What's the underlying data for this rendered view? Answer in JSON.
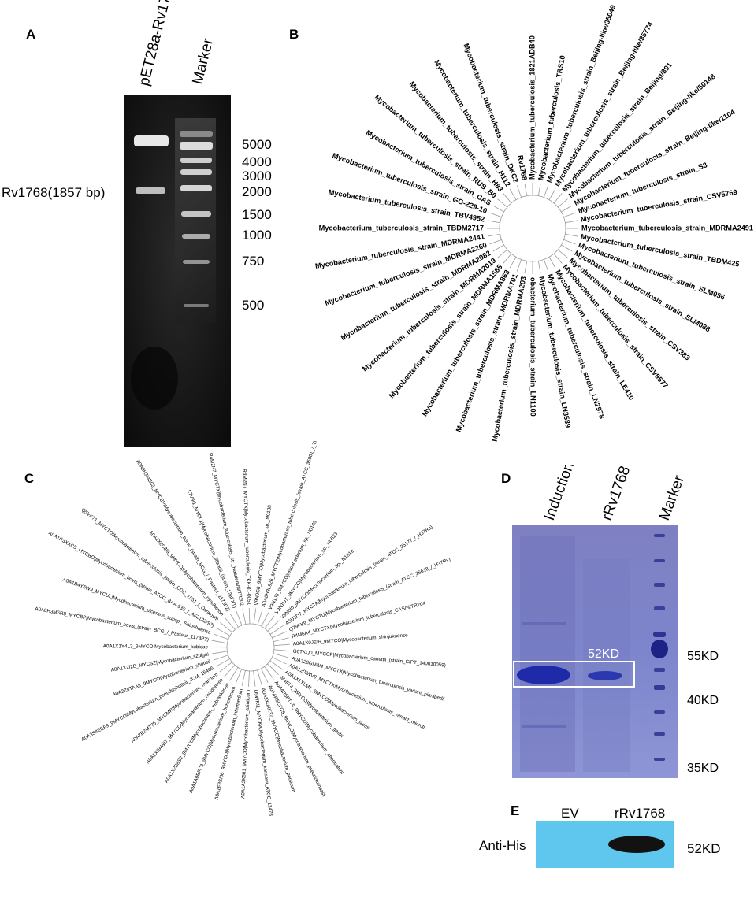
{
  "panel_letters": {
    "a": "A",
    "b": "B",
    "c": "C",
    "d": "D",
    "e": "E"
  },
  "panel_a": {
    "lane_labels": [
      "pET28a-Rv1768",
      "Marker"
    ],
    "marker_sizes": [
      "5000",
      "4000",
      "3000",
      "2000",
      "1500",
      "1000",
      "750",
      "500"
    ],
    "band_label": "Rv1768(1857 bp)"
  },
  "panel_b": {
    "leaves": [
      "Mycobacterium_tuberculosis_1821ADB40",
      "Mycobacterium_tuberculosis_TRS10",
      "Mycobacterium_tuberculosis_strain_Beijing-like/35049",
      "Mycobacterium_tuberculosis_strain_Beijing-like/35774",
      "Mycobacterium_tuberculosis_strain_Beijing/391",
      "Mycobacterium_tuberculosis_strain_Beijing-like/50148",
      "Mycobacterium_tuberculosis_strain_Beijing-like/1104",
      "Mycobacterium_tuberculosis_strain_S3",
      "Mycobacterium_tuberculosis_strain_CSV5769",
      "Mycobacterium_tuberculosis_strain_MDRMA2491",
      "Mycobacterium_tuberculosis_strain_TBDM425",
      "Mycobacterium_tuberculosis_strain_SLM056",
      "Mycobacterium_tuberculosis_strain_SLM088",
      "Mycobacterium_tuberculosis_strain_CSV383",
      "Mycobacterium_tuberculosis_strain_CSV9577",
      "Mycobacterium_tuberculosis_strain_LE410",
      "Mycobacterium_tuberculosis_strain_LN2978",
      "Mycobacterium_tuberculosis_strain_LN3589",
      "obacterium_tuberculosis_strain_LN1100",
      "Mycobacterium_tuberculosis_strain_MDRMA203",
      "Mycobacterium_tuberculosis_strain_MDRMA701",
      "Mycobacterium_tuberculosis_strain_MDRMA863",
      "Mycobacterium_tuberculosis_strain_MDRMA1565",
      "Mycobacterium_tuberculosis_strain_MDRMA2019",
      "Mycobacterium_tuberculosis_strain_MDRMA2082",
      "Mycobacterium_tuberculosis_strain_MDRMA2260",
      "Mycobacterium_tuberculosis_strain_MDRMA2441",
      "Mycobacterium_tuberculosis_strain_TBDM2717",
      "Mycobacterium_tuberculosis_strain_TBV4952",
      "Mycobacterium_tuberculosis_strain_GG-229-10",
      "Mycobacterium_tuberculosis_strain_CAS",
      "Mycobacterium_tuberculosis_strain_RUS_B0",
      "Mycobacterium_tuberculosis_strain_H83",
      "Mycobacterium_tuberculosis_strain_H112",
      "Mycobacterium_tuberculosis_strain_DKC2",
      "Rv1768"
    ]
  },
  "panel_c": {
    "leaves": [
      "R4M2N7_MYCTX|Mycobacterium_tuberculosis_TKK-01-0051",
      "V9N0G8_9MYCO|Mycobacterium_sp._N0138",
      "A0A0H3L926_MYCTE|Mycobacterium_tuberculosis_(strain_ATCC_35801_/_TMC_107_/_Erdman)",
      "V9N1J6_9MYCO|Mycobacterium_sp._N0146",
      "V9N1U7_9MYCO|Mycobacterium_sp._N0523",
      "V9N0I6_9MYCO|Mycobacterium_sp._N1619",
      "A5U3D7_MYCTA|Mycobacterium_tuberculosis_(strain_ATCC_25177_/_H37Ra)",
      "Q79FK9_MYCTU|Mycobacterium_tuberculosis_(strain_ATCC_25618_/_H37Rv)",
      "R4M6A4_MYCTX|Mycobacterium_tuberculosis_CAS/NITR204",
      "A0A1X0JEI6_9MYCO|Mycobacterium_shinjukuense",
      "G0TKQ0_MYCCP|Mycobacterium_canettii_(strain_CIPT_140010059)",
      "A0A328GNW4_MYCTX|Mycobacterium_tuberculosis_variant_pinnipedii",
      "A0A120IWV9_MYCTX|Mycobacterium_tuberculosis_variant_microti",
      "A0A1X1YLM1_9MYCO|Mycobacterium_lacus",
      "M4IIT4_9MYCO|Mycobacterium_gastri",
      "A0A4R5PTY9_9MYCO|Mycobacterium_attenuatum",
      "A0A4R5CTC5_9MYCO|Mycobacterium_pseudokansasii",
      "A0A1X0XK37_9MYCO|Mycobacterium_persicum",
      "U5WRI1_MYCKA|Mycobacterium_kansasii_ATCC_12478",
      "A0A1A3K561_9MYCO|Mycobacterium_asiaticum",
      "A0A1E3SI06_9MYCO|Mycobacterium_intermedium",
      "A0A1A0BFC3_9MYCO|Mycobacterium_bohemicum",
      "A0A1X2B8S2_9MYCO|Mycobacterium_nebraskense",
      "A0A1X0AWI7_9MYCO|Mycobacterium_riyadhense",
      "A0A2E2MT75_MYCMR|Mycobacterium_marinum",
      "A0A3S4EEF9_9MYCO|Mycobacterium_pseudoshottsii_JCM_15466",
      "A0A2Z5TAA8_9MYCO|Mycobacterium_shottsii",
      "A0A1X2I2B_MYCSZ|Mycobacterium_szulgai",
      "A0A1X1Y4L3_9MYCO|Mycobacterium_kubicae",
      "A0A0H3M5R8_MYCBP|Mycobacterium_bovis_(strain_BCG_/_Pasteur_1173P2)",
      "A0A1B4Y6W9_MYCUL|Mycobacterium_ulcerans_subsp._Shinshuense",
      "A0A1R3XXC5_MYCBO|Mycobacterium_bovis_(strain_ATCC_BAA-935_/_AF2122/97)",
      "Q5VK71_MYCTO|Mycobacterium_tuberculosis_(strain_CDC_1551_/_Oshkosh)",
      "A0A1X2C8I9_9MYCO|Mycobacterium_riyadhense",
      "A0A0H3MB02_MYCBP|Mycobacterium_bovis_(strain_BCG_/_Pasteur_1173P2)",
      "L7V9I1_MYCL1|Mycobacterium_liflandii_(strain_128FXT)",
      "R4M2N7_MYCTX|Mycobacterium_tuberculosis_str._Haarlem/NITR202"
    ]
  },
  "panel_d": {
    "lane_labels": [
      "Induction",
      "rRv1768",
      "Marker"
    ],
    "box_label": "52KD",
    "marker_sizes": [
      "55KD",
      "40KD",
      "35KD"
    ]
  },
  "panel_e": {
    "lane_labels": [
      "EV",
      "rRv1768"
    ],
    "row_label": "Anti-His",
    "size_label": "52KD"
  },
  "colors": {
    "gel_bg": "#161616",
    "sds_bg": "#7d82c8",
    "blot_bg": "#5fc6ee",
    "tree_line": "#999999"
  }
}
